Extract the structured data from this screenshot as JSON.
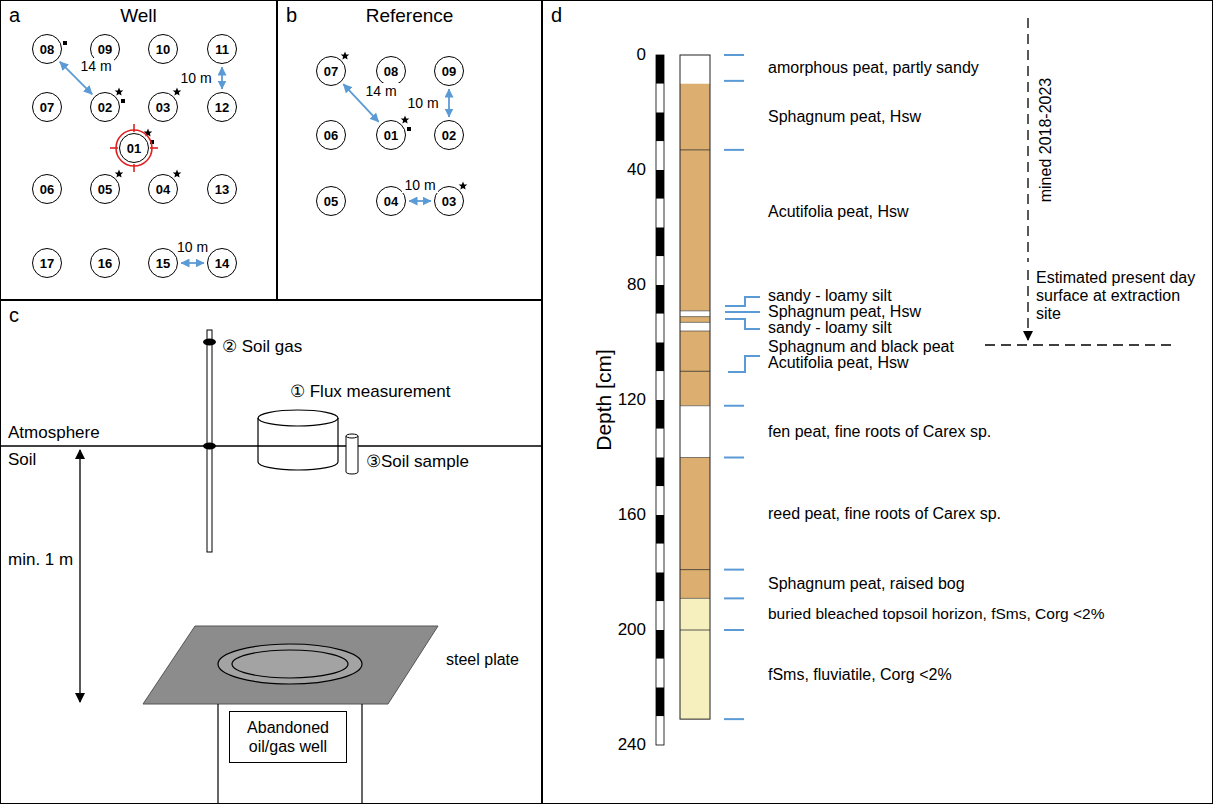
{
  "diagram": {
    "nodes": [
      {
        "text": [
          "a",
          "Well"
        ]
      },
      {
        "text": [
          "08"
        ],
        "in": 0
      },
      {
        "text": [
          "09"
        ],
        "in": 0
      },
      {
        "text": [
          "10"
        ],
        "in": 0
      },
      {
        "text": [
          "11"
        ],
        "in": 0
      },
      {
        "text": [
          "07"
        ],
        "in": 0
      },
      {
        "text": [
          "02"
        ],
        "in": 0
      },
      {
        "text": [
          "03"
        ],
        "in": 0
      },
      {
        "text": [
          "12"
        ],
        "in": 0
      },
      {
        "text": [
          "01"
        ],
        "in": 0
      },
      {
        "text": [
          "06"
        ],
        "in": 0
      },
      {
        "text": [
          "05"
        ],
        "in": 0
      },
      {
        "text": [
          "04"
        ],
        "in": 0
      },
      {
        "text": [
          "13"
        ],
        "in": 0
      },
      {
        "text": [
          "17"
        ],
        "in": 0
      },
      {
        "text": [
          "16"
        ],
        "in": 0
      },
      {
        "text": [
          "15"
        ],
        "in": 0
      },
      {
        "text": [
          "14"
        ],
        "in": 0
      },
      {
        "text": [
          "b",
          "Reference"
        ]
      },
      {
        "text": [
          "07"
        ],
        "in": 18
      },
      {
        "text": [
          "08"
        ],
        "in": 18
      },
      {
        "text": [
          "09"
        ],
        "in": 18
      },
      {
        "text": [
          "06"
        ],
        "in": 18
      },
      {
        "text": [
          "01"
        ],
        "in": 18
      },
      {
        "text": [
          "02"
        ],
        "in": 18
      },
      {
        "text": [
          "05"
        ],
        "in": 18
      },
      {
        "text": [
          "04"
        ],
        "in": 18
      },
      {
        "text": [
          "03"
        ],
        "in": 18
      },
      {
        "text": [
          "c"
        ]
      },
      {
        "text": [
          "Abandoned oil/gas well"
        ],
        "in": 28
      },
      {
        "text": [
          "d"
        ]
      }
    ],
    "edges": [
      {
        "from": 1,
        "to": 6,
        "label": "14 m",
        "arrow": "both"
      },
      {
        "from": 4,
        "to": 8,
        "label": "10 m",
        "arrow": "both"
      },
      {
        "from": 16,
        "to": 17,
        "label": "10 m",
        "arrow": "both"
      },
      {
        "from": 19,
        "to": 23,
        "label": "14 m",
        "arrow": "both"
      },
      {
        "from": 21,
        "to": 24,
        "label": "10 m",
        "arrow": "both"
      },
      {
        "from": 26,
        "to": 27,
        "label": "10 m",
        "arrow": "both"
      }
    ],
    "labels": [
      "② Soil gas",
      "① Flux measurement",
      "Atmosphere",
      "Soil",
      "③Soil sample",
      "min. 1 m",
      "steel plate",
      "0",
      "40",
      "80",
      "120",
      "160",
      "200",
      "240",
      "Depth [cm]",
      "amorphous peat, partly sandy",
      "Sphagnum peat, Hsw",
      "mined 2018-2023",
      "Acutifolia peat, Hsw",
      "sandy - loamy silt",
      "Estimated present day surface at extraction site",
      "Sphagnum peat, Hsw",
      "sandy - loamy silt",
      "Sphagnum and black peat",
      "Acutifolia peat, Hsw",
      "fen peat, fine roots of Carex sp.",
      "reed peat, fine roots of Carex sp.",
      "Sphagnum peat, raised bog",
      "buried bleached topsoil horizon, fSms, Corg <2%",
      "fSms, fluviatile, Corg <2%"
    ]
  }
}
